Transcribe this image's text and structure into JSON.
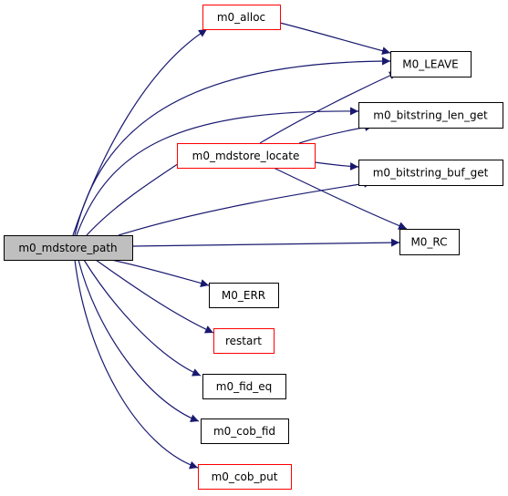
{
  "diagram": {
    "type": "call-graph",
    "colors": {
      "edge": "#191970",
      "root_fill": "#bfbfbf",
      "node_fill": "#ffffff",
      "border_linked": "#000000",
      "border_truncated": "#ff0000",
      "text": "#000000"
    },
    "nodes": [
      {
        "id": "m0_mdstore_path",
        "label": "m0_mdstore_path",
        "kind": "root"
      },
      {
        "id": "m0_alloc",
        "label": "m0_alloc",
        "kind": "truncated"
      },
      {
        "id": "M0_LEAVE",
        "label": "M0_LEAVE",
        "kind": "normal"
      },
      {
        "id": "m0_bitstring_len_get",
        "label": "m0_bitstring_len_get",
        "kind": "normal"
      },
      {
        "id": "m0_mdstore_locate",
        "label": "m0_mdstore_locate",
        "kind": "truncated"
      },
      {
        "id": "m0_bitstring_buf_get",
        "label": "m0_bitstring_buf_get",
        "kind": "normal"
      },
      {
        "id": "M0_RC",
        "label": "M0_RC",
        "kind": "normal"
      },
      {
        "id": "M0_ERR",
        "label": "M0_ERR",
        "kind": "normal"
      },
      {
        "id": "restart",
        "label": "restart",
        "kind": "truncated"
      },
      {
        "id": "m0_fid_eq",
        "label": "m0_fid_eq",
        "kind": "normal"
      },
      {
        "id": "m0_cob_fid",
        "label": "m0_cob_fid",
        "kind": "normal"
      },
      {
        "id": "m0_cob_put",
        "label": "m0_cob_put",
        "kind": "truncated"
      }
    ],
    "edges": [
      {
        "from": "m0_mdstore_path",
        "to": "m0_alloc"
      },
      {
        "from": "m0_mdstore_path",
        "to": "M0_LEAVE"
      },
      {
        "from": "m0_mdstore_path",
        "to": "m0_bitstring_len_get"
      },
      {
        "from": "m0_mdstore_path",
        "to": "m0_mdstore_locate"
      },
      {
        "from": "m0_mdstore_path",
        "to": "m0_bitstring_buf_get"
      },
      {
        "from": "m0_mdstore_path",
        "to": "M0_RC"
      },
      {
        "from": "m0_mdstore_path",
        "to": "M0_ERR"
      },
      {
        "from": "m0_mdstore_path",
        "to": "restart"
      },
      {
        "from": "m0_mdstore_path",
        "to": "m0_fid_eq"
      },
      {
        "from": "m0_mdstore_path",
        "to": "m0_cob_fid"
      },
      {
        "from": "m0_mdstore_path",
        "to": "m0_cob_put"
      },
      {
        "from": "m0_alloc",
        "to": "M0_LEAVE"
      },
      {
        "from": "m0_mdstore_locate",
        "to": "M0_LEAVE"
      },
      {
        "from": "m0_mdstore_locate",
        "to": "m0_bitstring_len_get"
      },
      {
        "from": "m0_mdstore_locate",
        "to": "m0_bitstring_buf_get"
      },
      {
        "from": "m0_mdstore_locate",
        "to": "M0_RC"
      }
    ]
  }
}
